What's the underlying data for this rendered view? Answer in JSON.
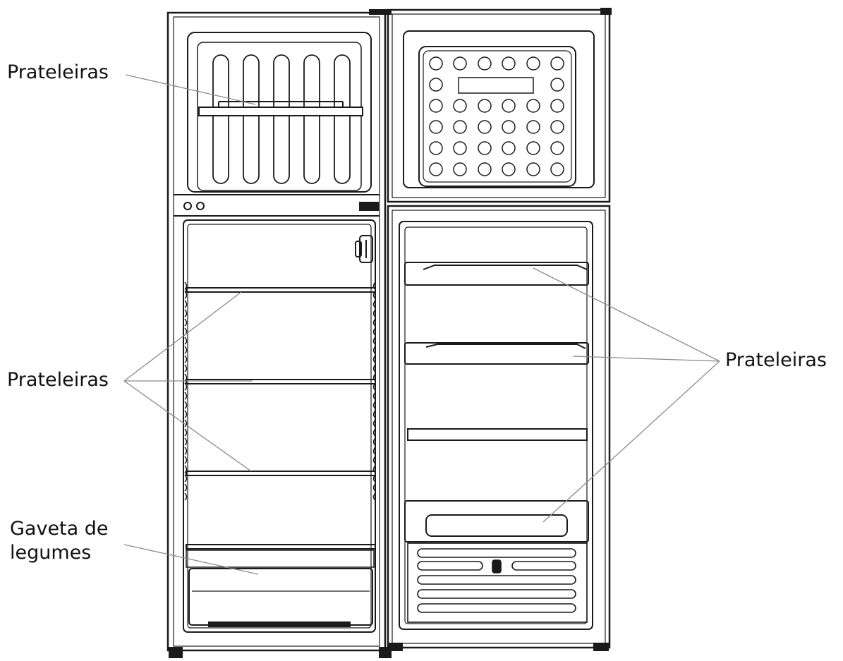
{
  "labels": {
    "freezer_shelves": "Prateleiras",
    "fridge_shelves": "Prateleiras",
    "door_shelves": "Prateleiras",
    "drawer_line1": "Gaveta de",
    "drawer_line2": "legumes"
  },
  "colors": {
    "stroke": "#1a1a1a",
    "leader": "#8a8a8a",
    "background": "#ffffff"
  }
}
